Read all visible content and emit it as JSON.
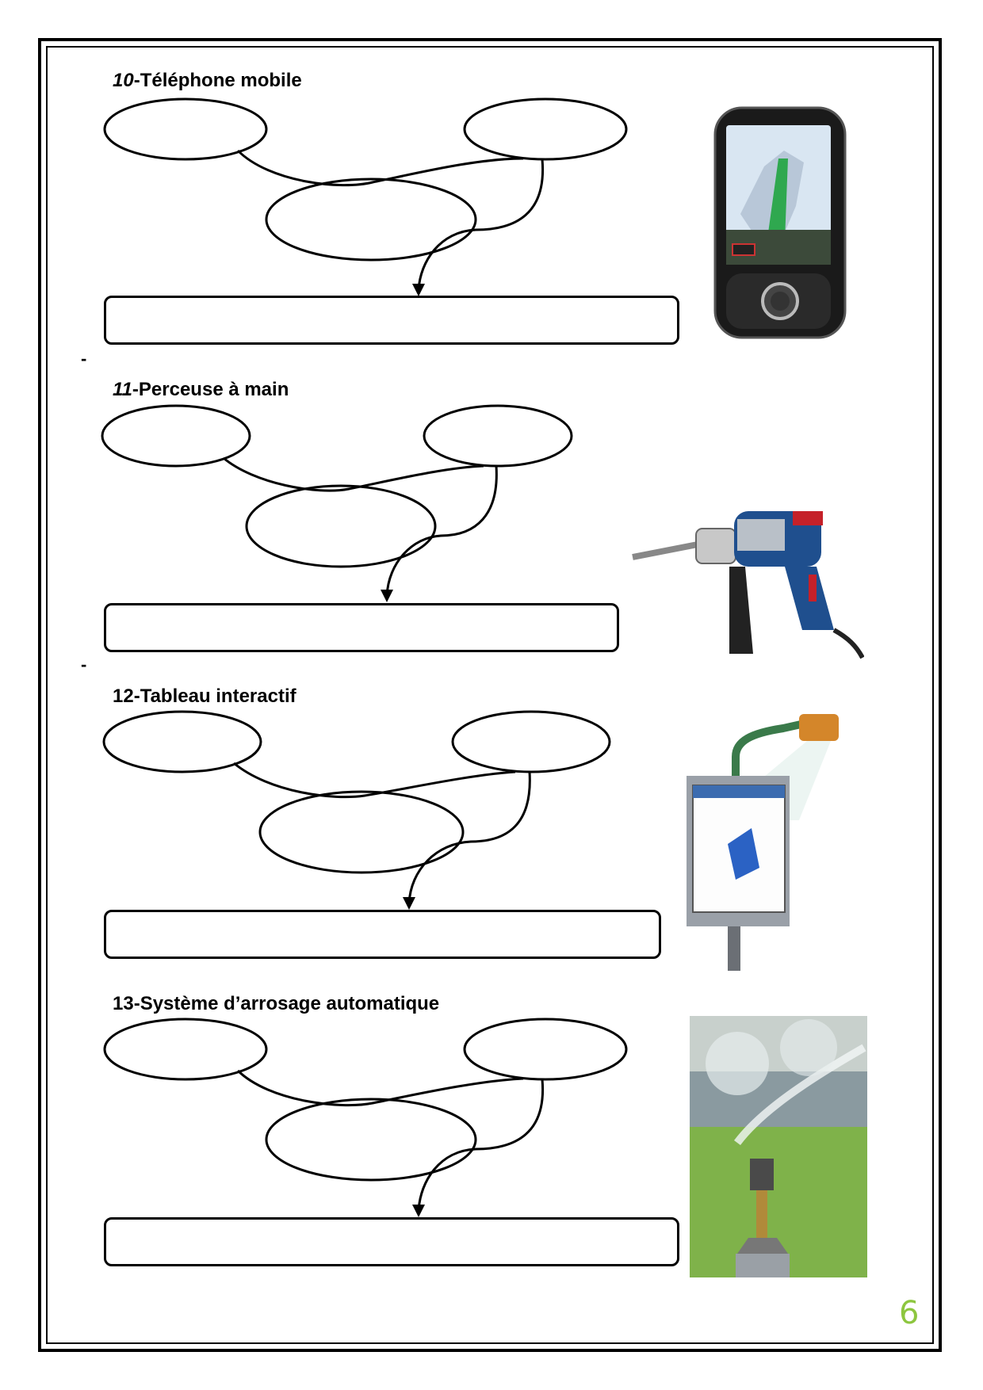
{
  "page_number": "6",
  "separator": "-",
  "sections": [
    {
      "number": "10",
      "title": "-Téléphone mobile",
      "illustration": "mobile-phone-image"
    },
    {
      "number": "11",
      "title": "-Perceuse à main",
      "illustration": "hand-drill-image"
    },
    {
      "number": "",
      "title": "12-Tableau interactif",
      "illustration": "interactive-whiteboard-image"
    },
    {
      "number": "",
      "title": "13-Système d’arrosage automatique",
      "illustration": "sprinkler-image"
    }
  ],
  "colors": {
    "border": "#000000",
    "page_number": "#8dc63f"
  }
}
